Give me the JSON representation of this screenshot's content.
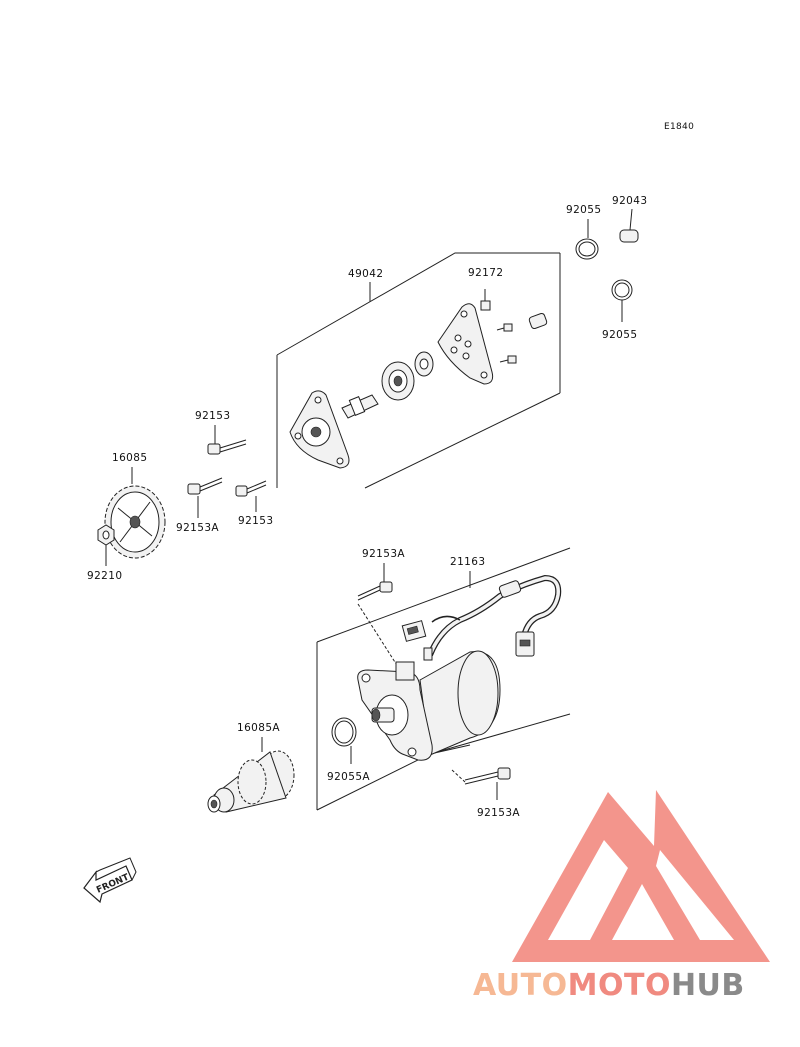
{
  "diagram_code": "E1840",
  "labels": {
    "p49042": "49042",
    "p92172": "92172",
    "p92055_top": "92055",
    "p92043": "92043",
    "p92055_right": "92055",
    "p92153_a": "92153",
    "p16085": "16085",
    "p92153A_left": "92153A",
    "p92153_b": "92153",
    "p92210": "92210",
    "p92153A_top": "92153A",
    "p21163": "21163",
    "p16085A": "16085A",
    "p92055A": "92055A",
    "p92153A_bottom": "92153A"
  },
  "front_marker": "FRONT",
  "watermark": {
    "part1": "AUTO",
    "part2": "MOTO",
    "part3": "HUB",
    "color_light": "#f6b894",
    "color_mid": "#f08a80",
    "color_dark": "#8a8a8a",
    "triangle_color": "#f28c82"
  }
}
